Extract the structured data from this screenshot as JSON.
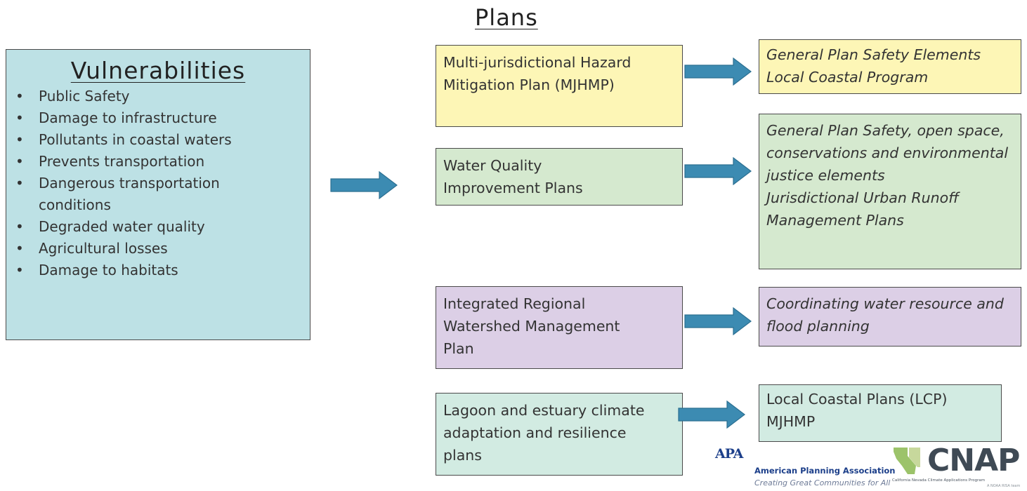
{
  "plans_heading": "Plans",
  "vulnerabilities": {
    "title": "Vulnerabilities",
    "items": [
      "Public Safety",
      "Damage to infrastructure",
      "Pollutants in coastal waters",
      "Prevents transportation",
      "Dangerous transportation conditions",
      "Degraded water quality",
      "Agricultural losses",
      "Damage to habitats"
    ]
  },
  "plans": [
    {
      "name": "Multi-jurisdictional Hazard Mitigation Plan (MJHMP)",
      "color": "#fdf6b6",
      "outcome": "General Plan Safety Elements\nLocal Coastal Program"
    },
    {
      "name": "Water Quality Improvement Plans",
      "color": "#d5e9cf",
      "outcome": "General Plan Safety, open space, conservations and environmental justice elements\nJurisdictional Urban Runoff Management Plans"
    },
    {
      "name": "Integrated Regional Watershed Management Plan",
      "color": "#dccfe6",
      "outcome": "Coordinating water resource and flood planning"
    },
    {
      "name": "Lagoon and estuary climate adaptation and resilience plans",
      "color": "#d2ebe2",
      "outcome": "Local Coastal Plans (LCP)\nMJHMP"
    }
  ],
  "logos": {
    "apa_mark": "APA",
    "apa_name": "American Planning Association",
    "apa_tagline": "Creating Great Communities for All",
    "cnap_word": "CNAP",
    "cnap_subtitle": "California Nevada Climate Applications Program",
    "cnap_tag": "A NOAA RISA team"
  },
  "colors": {
    "arrow_fill": "#3c8bb2",
    "vulnerabilities_fill": "#bde1e5",
    "border": "#4a4a4a"
  }
}
